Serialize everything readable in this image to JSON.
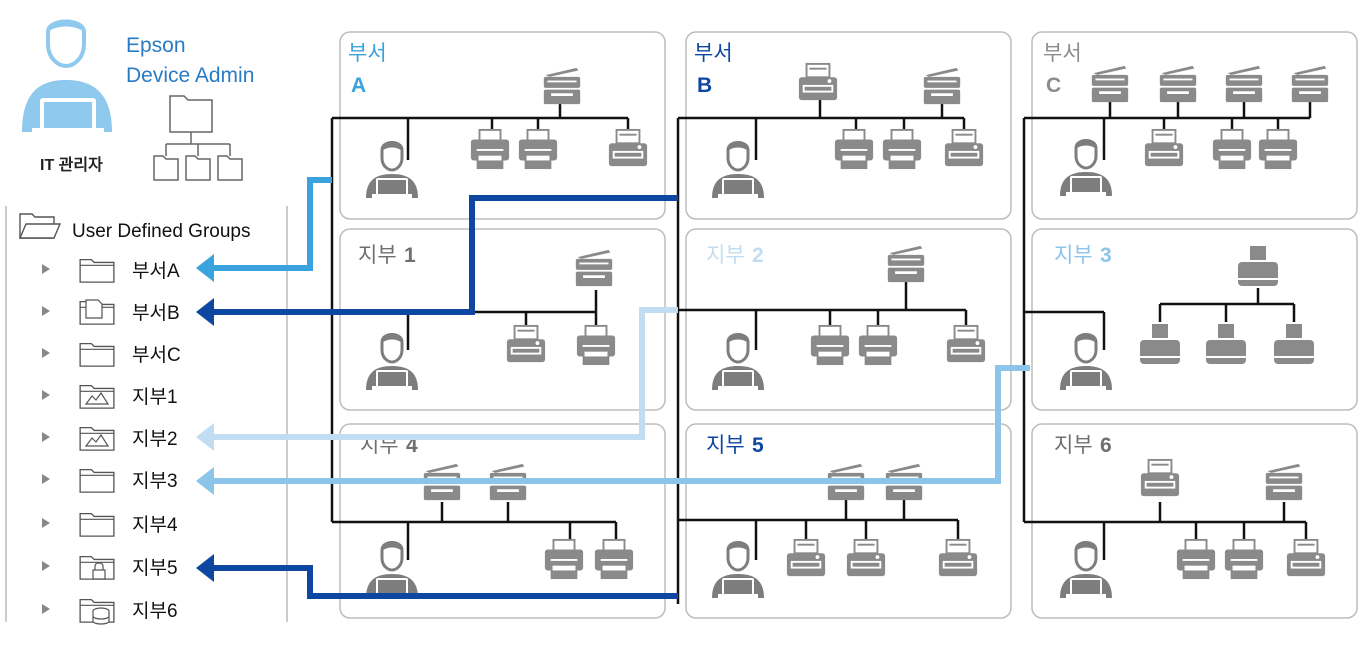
{
  "admin": {
    "role_label": "IT 관리자",
    "app_name_line1": "Epson",
    "app_name_line2": "Device Admin",
    "admin_icon": "admin-user-laptop-icon",
    "app_icon": "folder-tree-icon"
  },
  "tree": {
    "root_label": "User Defined Groups",
    "root_icon": "open-folder-icon",
    "items": [
      {
        "label": "부서A",
        "icon": "folder-icon"
      },
      {
        "label": "부서B",
        "icon": "folder-document-icon"
      },
      {
        "label": "부서C",
        "icon": "folder-icon"
      },
      {
        "label": "지부1",
        "icon": "folder-image-icon"
      },
      {
        "label": "지부2",
        "icon": "folder-image-icon"
      },
      {
        "label": "지부3",
        "icon": "folder-icon"
      },
      {
        "label": "지부4",
        "icon": "folder-icon"
      },
      {
        "label": "지부5",
        "icon": "folder-lock-icon"
      },
      {
        "label": "지부6",
        "icon": "folder-database-icon"
      }
    ]
  },
  "groups": [
    {
      "line1": "부서",
      "line2": "A"
    },
    {
      "line1": "부서",
      "line2": "B"
    },
    {
      "line1": "부서",
      "line2": "C"
    },
    {
      "line1": "지부",
      "line2": "1"
    },
    {
      "line1": "지부",
      "line2": "2"
    },
    {
      "line1": "지부",
      "line2": "3"
    },
    {
      "line1": "지부",
      "line2": "4"
    },
    {
      "line1": "지부",
      "line2": "5"
    },
    {
      "line1": "지부",
      "line2": "6"
    }
  ],
  "colors": {
    "deptA": "#3aa2dc",
    "deptB": "#0d47a1",
    "deptC": "#8c8c8c",
    "branch1": "#6f6f6f",
    "branch2": "#c2ddf1",
    "branch3": "#8cc4ea",
    "branch4": "#6f6f6f",
    "branch5": "#0d47a1",
    "branch6": "#6f6f6f",
    "device": "#8a8a8a",
    "user": "#7d7d7d",
    "admin": "#8fc9ee",
    "panel_border": "#bdbdbd"
  }
}
